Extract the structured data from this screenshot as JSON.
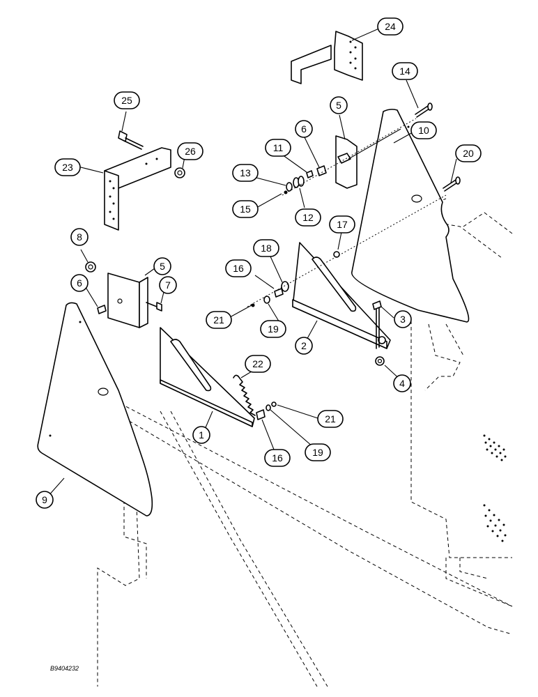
{
  "callouts": [
    "24",
    "14",
    "5",
    "10",
    "25",
    "26",
    "6",
    "11",
    "20",
    "23",
    "13",
    "15",
    "12",
    "17",
    "8",
    "5",
    "18",
    "16",
    "7",
    "6",
    "3",
    "21",
    "19",
    "2",
    "22",
    "4",
    "1",
    "21",
    "16",
    "19",
    "9"
  ],
  "figure_ref": "B9404232"
}
